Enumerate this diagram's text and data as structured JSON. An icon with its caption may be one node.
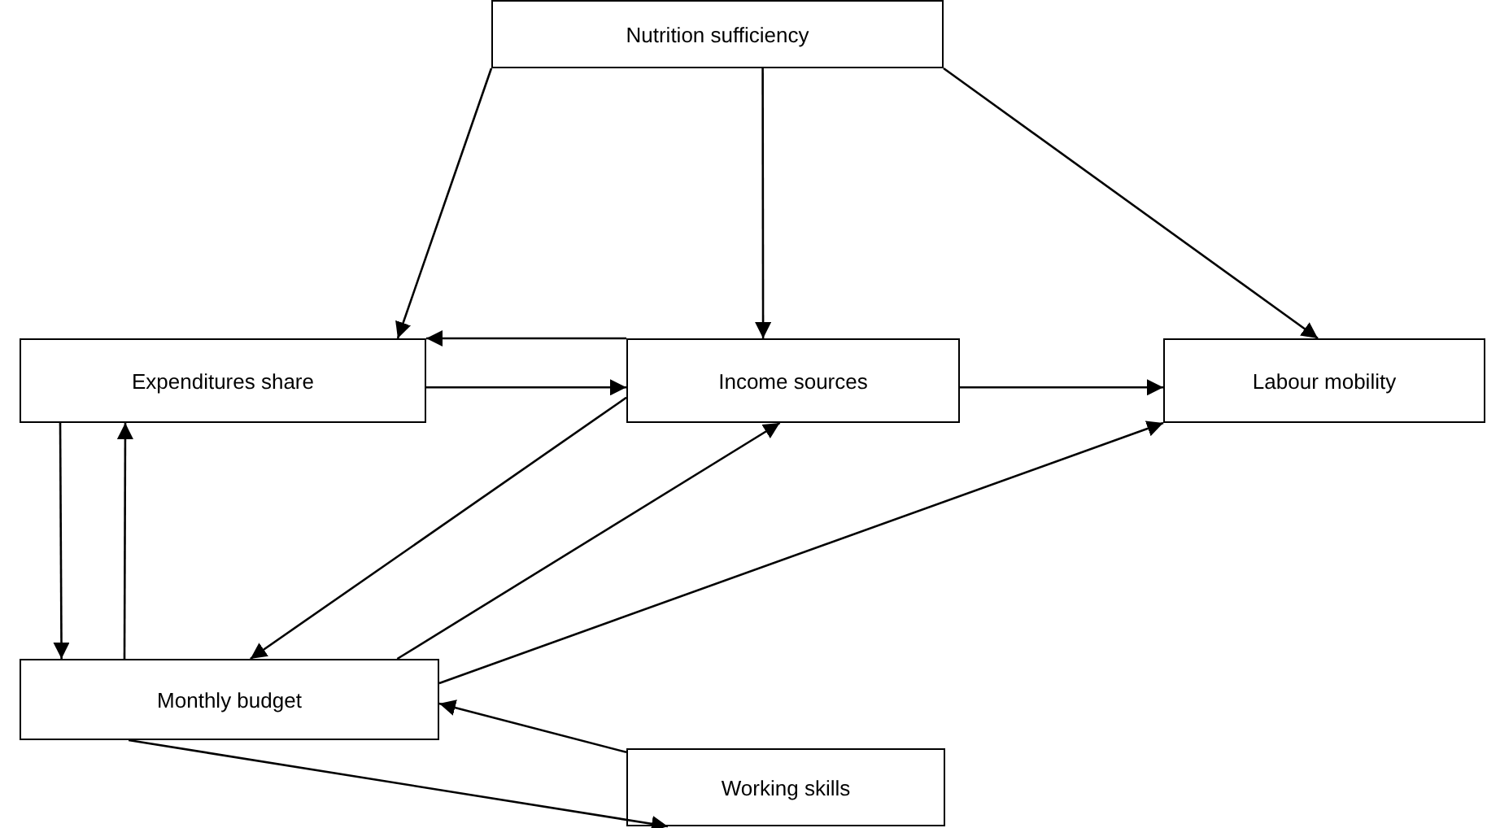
{
  "diagram": {
    "nodes": [
      {
        "text": [
          "Nutrition sufficiency"
        ]
      },
      {
        "text": [
          "Expenditures share"
        ]
      },
      {
        "text": [
          "Income sources"
        ]
      },
      {
        "text": [
          "Labour mobility"
        ]
      },
      {
        "text": [
          "Monthly budget"
        ]
      },
      {
        "text": [
          "Working skills"
        ]
      }
    ],
    "edges": [
      {
        "from": 0,
        "to": 1,
        "arrow": "to"
      },
      {
        "from": 0,
        "to": 2,
        "arrow": "to"
      },
      {
        "from": 0,
        "to": 3,
        "arrow": "to"
      },
      {
        "from": 2,
        "to": 1,
        "arrow": "to"
      },
      {
        "from": 1,
        "to": 2,
        "arrow": "to"
      },
      {
        "from": 2,
        "to": 3,
        "arrow": "to"
      },
      {
        "from": 1,
        "to": 4,
        "arrow": "to"
      },
      {
        "from": 4,
        "to": 1,
        "arrow": "to"
      },
      {
        "from": 2,
        "to": 4,
        "arrow": "to"
      },
      {
        "from": 4,
        "to": 2,
        "arrow": "to"
      },
      {
        "from": 4,
        "to": 3,
        "arrow": "to"
      },
      {
        "from": 5,
        "to": 4,
        "arrow": "to"
      },
      {
        "from": 4,
        "to": 5,
        "arrow": "to"
      }
    ]
  }
}
